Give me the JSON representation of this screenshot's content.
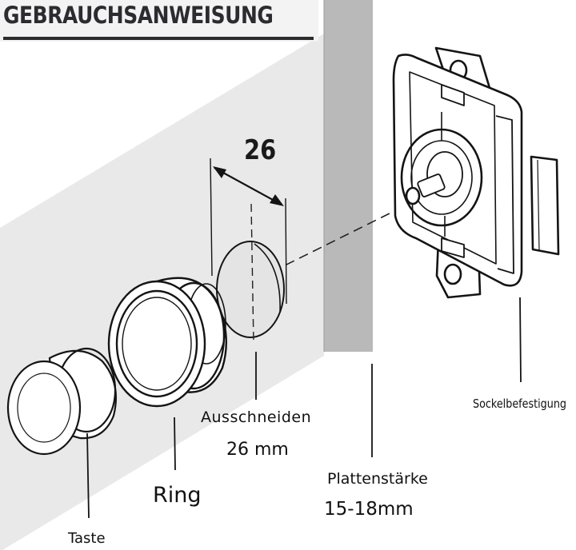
{
  "title": "GEBRAUCHSANWEISUNG",
  "labels": {
    "dimension_value": "26",
    "cutout": "Ausschneiden",
    "cutout_size": "26 mm",
    "ring": "Ring",
    "panel_thickness": "Plattenstärke",
    "panel_thickness_range": "15-18mm",
    "base_mount": "Sockelbefestigung",
    "button": "Taste"
  },
  "colors": {
    "title_text": "#2b2b30",
    "title_bar": "#2b2b30",
    "wall_face": "#e9e9e9",
    "panel_edge": "#b9b9b9",
    "line": "#141414",
    "cutout_fill": "#e4e4e4"
  }
}
